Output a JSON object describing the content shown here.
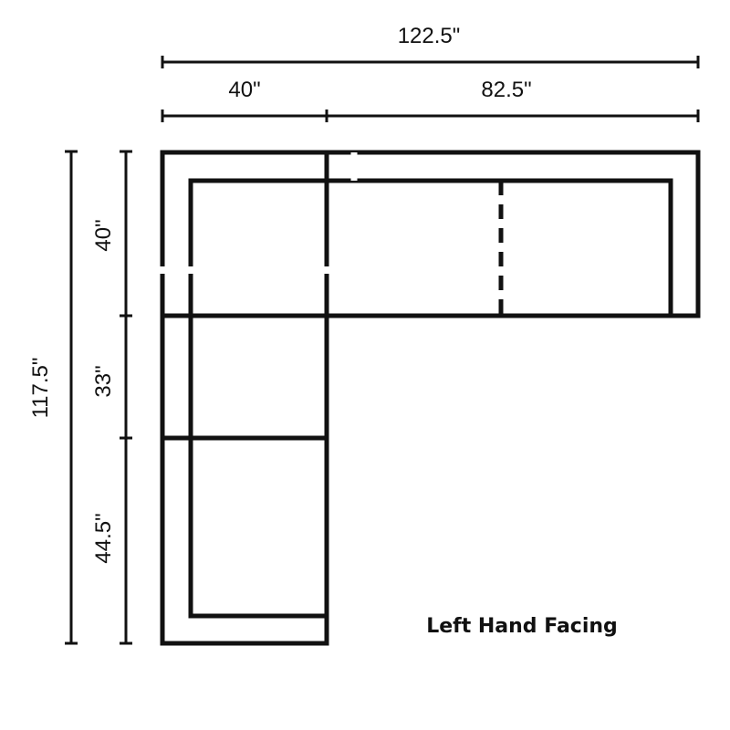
{
  "dimensions": {
    "total_width": "122.5\"",
    "left_section_width": "40\"",
    "right_section_width": "82.5\"",
    "total_depth": "117.5\"",
    "top_section_depth": "40\"",
    "middle_section_depth": "33\"",
    "bottom_section_depth": "44.5\""
  },
  "caption": "Left Hand Facing",
  "colors": {
    "line": "#111111",
    "background": "#ffffff"
  }
}
